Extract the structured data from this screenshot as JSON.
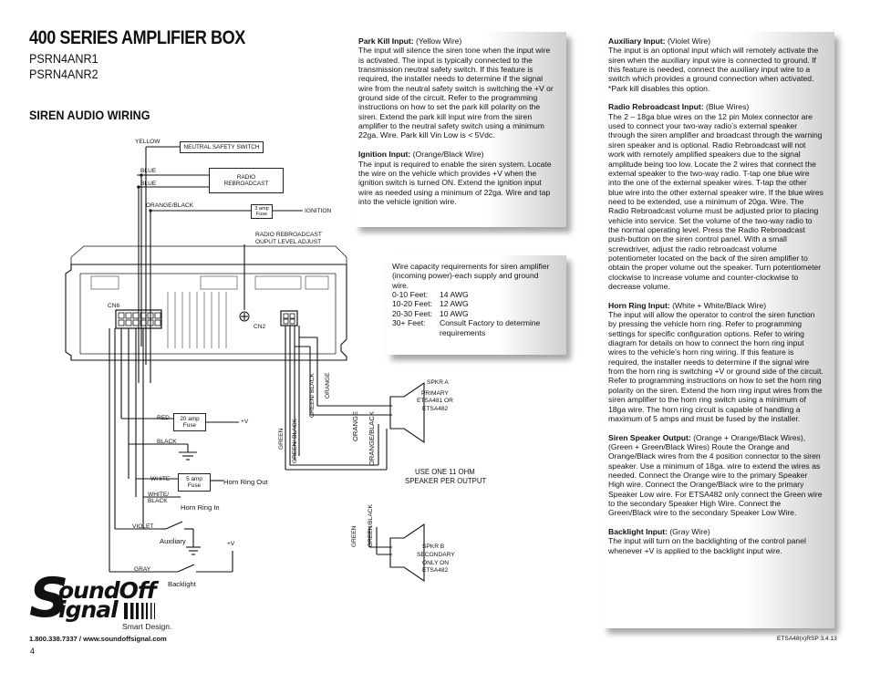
{
  "header": {
    "title": "400 SERIES AMPLIFIER BOX",
    "model_1": "PSRN4ANR1",
    "model_2": "PSRN4ANR2",
    "section_title": "SIREN AUDIO WIRING"
  },
  "diagram": {
    "labels": {
      "yellow": "YELLOW",
      "neutral_switch": "NEUTRAL SAFETY SWITCH",
      "blue1": "BLUE",
      "blue2": "BLUE",
      "radio_rebroadcast": "RADIO\nREBROADCAST",
      "orange_black": "ORANGE/BLACK",
      "fuse3": "3 amp\nFuse",
      "ignition": "IGNITION",
      "radio_adjust_1": "RADIO REBROADCAST",
      "radio_adjust_2": "OUPUT LEVEL ADJUST",
      "cn6": "CN6",
      "cn2": "CN2",
      "red": "RED",
      "fuse20": "20 amp\nFuse",
      "plus_v1": "+V",
      "black": "BLACK",
      "white": "WHITE",
      "fuse5": "5 amp\nFuse",
      "horn_out": "Horn Ring Out",
      "white_black": "WHITE/\nBLACK",
      "horn_in": "Horn Ring In",
      "violet": "VIOLET",
      "auxiliary": "Auxiliary",
      "plus_v2": "+V",
      "gray": "GRAY",
      "backlight": "Backlight",
      "green_black_v1": "GREEN/ BLACK",
      "orange_v1": "ORANGE",
      "green_v1": "GREEN",
      "green_black_v2": "GREEN/ BLACK",
      "orange_v2": "ORANGE",
      "orange_black_v2": "ORANGE/BLACK",
      "green_v3": "GREEN",
      "green_black_v3": "GREEN/BLACK",
      "spkr_a": "SPKR A",
      "primary": "PRIMARY",
      "etsa481_or": "ETSA481 OR",
      "etsa482_a": "ETSA482",
      "spkr_b": "SPKR B",
      "secondary": "SECONDARY",
      "only_on": "ONLY ON",
      "etsa482_b": "ETSA482",
      "use_one": "USE ONE 11 OHM",
      "speaker_per": "SPEAKER PER OUTPUT"
    }
  },
  "middle_box": {
    "park_kill_title": "Park Kill Input:",
    "park_kill_color": " (Yellow Wire)",
    "park_kill_body": "The input will silence the siren tone when the input wire is activated.  The input is typically connected to the transmission neutral safety switch.  If this feature is required, the installer needs to determine if the signal wire from the neutral safety switch is switching the +V or ground side of the circuit.  Refer to the programming instructions on how to set the park kill polarity on the siren.  Extend the park kill input wire from the siren amplifier to the neutral safety switch using a minimum 22ga. Wire. Park kill Vin Low is < 5Vdc.",
    "ignition_title": "Ignition Input:",
    "ignition_color": " (Orange/Black Wire)",
    "ignition_body": "The input is required to enable the siren system. Locate the wire on the vehicle which provides +V when the ignition switch is turned ON.  Extend the ignition input wire as needed using a minimum of 22ga. Wire and tap into the vehicle ignition wire."
  },
  "wire_box": {
    "intro": "Wire capacity requirements for siren amplifier (incoming power)-each supply and ground wire.",
    "rows": [
      {
        "length": "0-10 Feet:",
        "gauge": "14 AWG"
      },
      {
        "length": "10-20 Feet:",
        "gauge": "12 AWG"
      },
      {
        "length": "20-30 Feet:",
        "gauge": "10 AWG"
      },
      {
        "length": "30+ Feet:",
        "gauge": "Consult Factory to determine requirements"
      }
    ]
  },
  "right_box": {
    "aux_title": "Auxiliary Input:",
    "aux_color": " (Violet Wire)",
    "aux_body": "The input is an optional input which will remotely activate the siren when the auxiliary input wire is connected to ground.  If this feature is needed, connect the auxiliary input wire to a switch which provides a ground connection when activated. *Park kill disables this option.",
    "radio_title": "Radio Rebroadcast Input:",
    "radio_color": " (Blue Wires)",
    "radio_body": "The 2 – 18ga blue wires on the 12 pin Molex connector are used to connect your two-way radio’s external speaker through the siren amplifier and broadcast through the warning siren speaker and is optional.  Radio Rebroadcast will not work with remotely amplified speakers due to the signal amplitude being too low. Locate the 2 wires that connect the external speaker to the two-way radio.  T-tap one blue wire into the one of the external speaker wires.  T-tap the other blue wire into the other external speaker wire.  If the blue wires need to be extended, use a minimum of 20ga. Wire.  The Radio Rebroadcast volume must be adjusted prior to placing vehicle into service.  Set the volume of the two-way radio to the normal operating level.  Press the Radio Rebroadcast push-button on the siren control panel. With a small screwdriver, adjust the radio rebroadcast volume potentiometer located on the back of the siren amplifier to obtain the proper volume out the speaker. Turn potentiometer clockwise to increase volume and counter-clockwise to decrease volume.",
    "horn_title": "Horn Ring Input:",
    "horn_color": " (White + White/Black Wire)",
    "horn_body": "The input will allow the operator to control the siren function by pressing the vehicle horn ring.  Refer to programming settings for specific configuration options.    Refer to wiring diagram for details on how to connect the horn ring input wires to the vehicle’s horn ring wiring.  If this feature is required, the installer needs to determine if the signal wire from the horn ring is switching +V or ground side of the circuit.  Refer to programming instructions on how to set the horn ring polarity on the siren.  Extend the horn ring input wires from the siren amplifier to the horn ring switch using a minimum of 18ga wire.  The horn ring circuit is capable of handling a maximum of 5 amps and must be fused by the installer.",
    "speaker_title": "Siren Speaker Output:",
    "speaker_color": " (Orange + Orange/Black Wires), (Green + Green/Black Wires)",
    "speaker_body": "Route the Orange and Orange/Black wires from the 4 position connector to the siren speaker.  Use a minimum of 18ga. wire to extend the wires as needed.  Connect the Orange wire to the primary Speaker High wire.  Connect the Orange/Black wire to the primary Speaker Low wire.  For ETSA482 only connect the Green wire to the secondary Speaker High Wire.  Connect the Green/Black wire to the secondary Speaker Low Wire.",
    "backlight_title": "Backlight Input:",
    "backlight_color": " (Gray Wire)",
    "backlight_body": "The input will turn on the backlighting of the control panel whenever +V is applied to the backlight input wire."
  },
  "footer": {
    "logo_line1": "oundOff",
    "logo_line2": "ignal",
    "logo_big_s": "S",
    "tagline": "Smart Design.",
    "phone_web": "1.800.338.7337 / www.soundoffsignal.com",
    "page_number": "4",
    "doc_code": "ETSA48(x)RSP   3.4.13"
  }
}
